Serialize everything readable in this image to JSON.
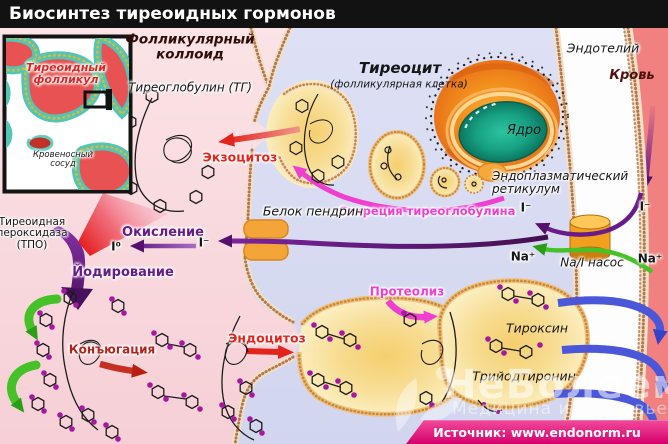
{
  "title": "Биосинтез тиреоидных гормонов",
  "inset": {
    "follicle": "Тиреоидный фолликул",
    "vessel": "Кровеносный сосуд"
  },
  "labels": {
    "colloid_line1": "Фолликулярный",
    "colloid_line2": "коллоид",
    "thyroglobulin": "Тиреоглобулин (ТГ)",
    "thyrocyte": "Тиреоцит",
    "thyrocyte_sub": "(фолликулярная клетка)",
    "nucleus": "Ядро",
    "er_line1": "Эндоплазматический",
    "er_line2": "ретикулум",
    "endothelium": "Эндотелий",
    "blood": "Кровь",
    "exocytosis": "Экзоцитоз",
    "secretion": "Секреция тиреоглобулина",
    "pendrin": "Белок пендрин",
    "oxidation": "Окисление",
    "iodination": "Йодирование",
    "tpo_line1": "Тиреоидная",
    "tpo_line2": "пероксидаза",
    "tpo_line3": "(ТПО)",
    "conjugation": "Конъюгация",
    "endocytosis": "Эндоцитоз",
    "proteolysis": "Протеолиз",
    "pump": "Na/I насос",
    "thyroxine": "Тироксин",
    "triiodothyronine": "Трийодтиронин"
  },
  "ions": {
    "iodide": "I⁻",
    "iodine_zero": "I⁰",
    "sodium": "Na⁺"
  },
  "watermark": {
    "name": "НеБолеем",
    "tagline": "Медицина и здоровье"
  },
  "source": "Источник: www.endonorm.ru",
  "colors": {
    "accent_red": "#e3241d",
    "accent_purple": "#6a1b8a",
    "accent_magenta": "#ee3fd0",
    "accent_green": "#2fae1d",
    "accent_blue": "#4a57d8",
    "blood": "#f08080",
    "cell": "#d9dcf1",
    "colloid": "#f9dadd",
    "banner": "#e01a7d"
  }
}
